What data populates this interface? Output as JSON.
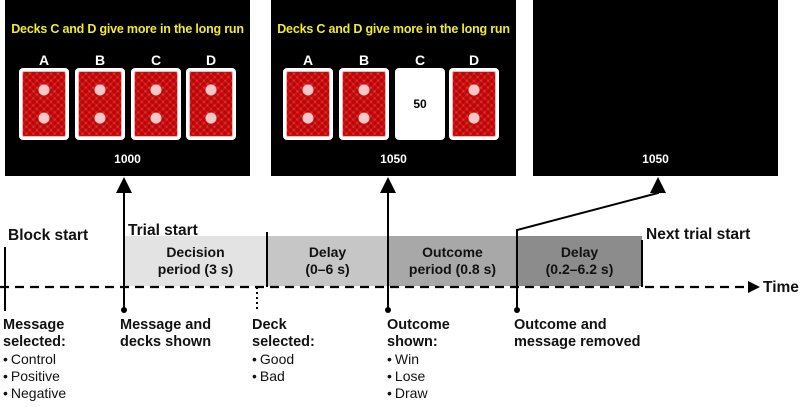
{
  "screens": [
    {
      "hint": "Decks C and D give more in the long run",
      "decks": [
        {
          "label": "A",
          "state": "back"
        },
        {
          "label": "B",
          "state": "back"
        },
        {
          "label": "C",
          "state": "back"
        },
        {
          "label": "D",
          "state": "back"
        }
      ],
      "score": "1000"
    },
    {
      "hint": "Decks C and D give more in the long run",
      "decks": [
        {
          "label": "A",
          "state": "back"
        },
        {
          "label": "B",
          "state": "back"
        },
        {
          "label": "C",
          "state": "face",
          "value": "50"
        },
        {
          "label": "D",
          "state": "back"
        }
      ],
      "score": "1050"
    },
    {
      "hint": "",
      "decks": [],
      "score": "1050"
    }
  ],
  "timeline": {
    "axis_label": "Time",
    "events": {
      "block_start": "Block start",
      "trial_start": "Trial start",
      "next_trial_start": "Next trial start"
    },
    "segments": [
      {
        "line1": "Decision",
        "line2": "period (3 s)",
        "color": "#e3e3e3"
      },
      {
        "line1": "Delay",
        "line2": "(0–6 s)",
        "color": "#c6c6c6"
      },
      {
        "line1": "Outcome",
        "line2": "period (0.8 s)",
        "color": "#a8a8a8"
      },
      {
        "line1": "Delay",
        "line2": "(0.2–6.2 s)",
        "color": "#8c8c8c"
      }
    ],
    "markers": [
      {
        "title_lines": [
          "Message",
          "selected:"
        ],
        "bullets": [
          "Control",
          "Positive",
          "Negative"
        ]
      },
      {
        "title_lines": [
          "Message and",
          "decks shown"
        ],
        "bullets": []
      },
      {
        "title_lines": [
          "Deck",
          "selected:"
        ],
        "bullets": [
          "Good",
          "Bad"
        ]
      },
      {
        "title_lines": [
          "Outcome",
          "shown:"
        ],
        "bullets": [
          "Win",
          "Lose",
          "Draw"
        ]
      },
      {
        "title_lines": [
          "Outcome and",
          "message removed"
        ],
        "bullets": []
      }
    ]
  },
  "colors": {
    "hint_text": "#f2ea2a",
    "screen_bg": "#000000",
    "card_red": "#d9262a"
  }
}
